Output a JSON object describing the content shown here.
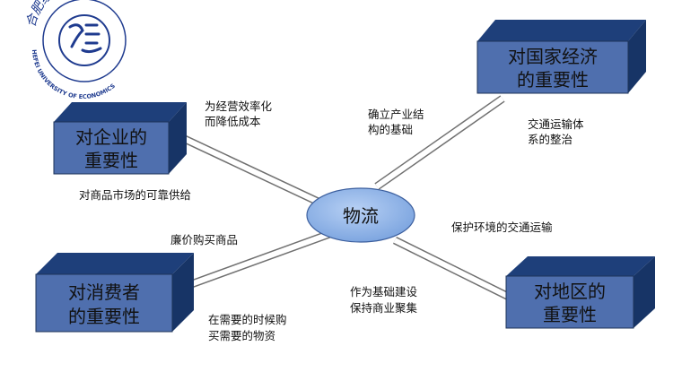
{
  "logo": {
    "chinese_text": "合肥经济学院",
    "english_text": "HEFEI UNIVERSITY OF ECONOMICS",
    "color": "#1f3b8f"
  },
  "center": {
    "label": "物流"
  },
  "boxes": {
    "enterprise": {
      "line1": "对企业的",
      "line2": "重要性"
    },
    "nation": {
      "line1": "对国家经济",
      "line2": "的重要性"
    },
    "consumer": {
      "line1": "对消费者",
      "line2": "的重要性"
    },
    "region": {
      "line1": "对地区的",
      "line2": "重要性"
    }
  },
  "notes": {
    "enterprise_efficiency": {
      "line1": "为经营效率化",
      "line2": "而降低成本"
    },
    "enterprise_supply": "对商品市场的可靠供给",
    "nation_industry": {
      "line1": "确立产业结",
      "line2": "构的基础"
    },
    "nation_transport": {
      "line1": "交通运输体",
      "line2": "系的整治"
    },
    "consumer_cheap": "廉价购买商品",
    "consumer_timely": {
      "line1": "在需要的时候购",
      "line2": "买需要的物资"
    },
    "region_env": "保护环境的交通运输",
    "region_infra": {
      "line1": "作为基础建设",
      "line2": "保持商业聚集"
    }
  },
  "colors": {
    "box_front": "#4f6fae",
    "box_top": "#1e3f7a",
    "box_side": "#173466",
    "ellipse": "#8fb3e8",
    "connector": "#e8e8e8"
  }
}
